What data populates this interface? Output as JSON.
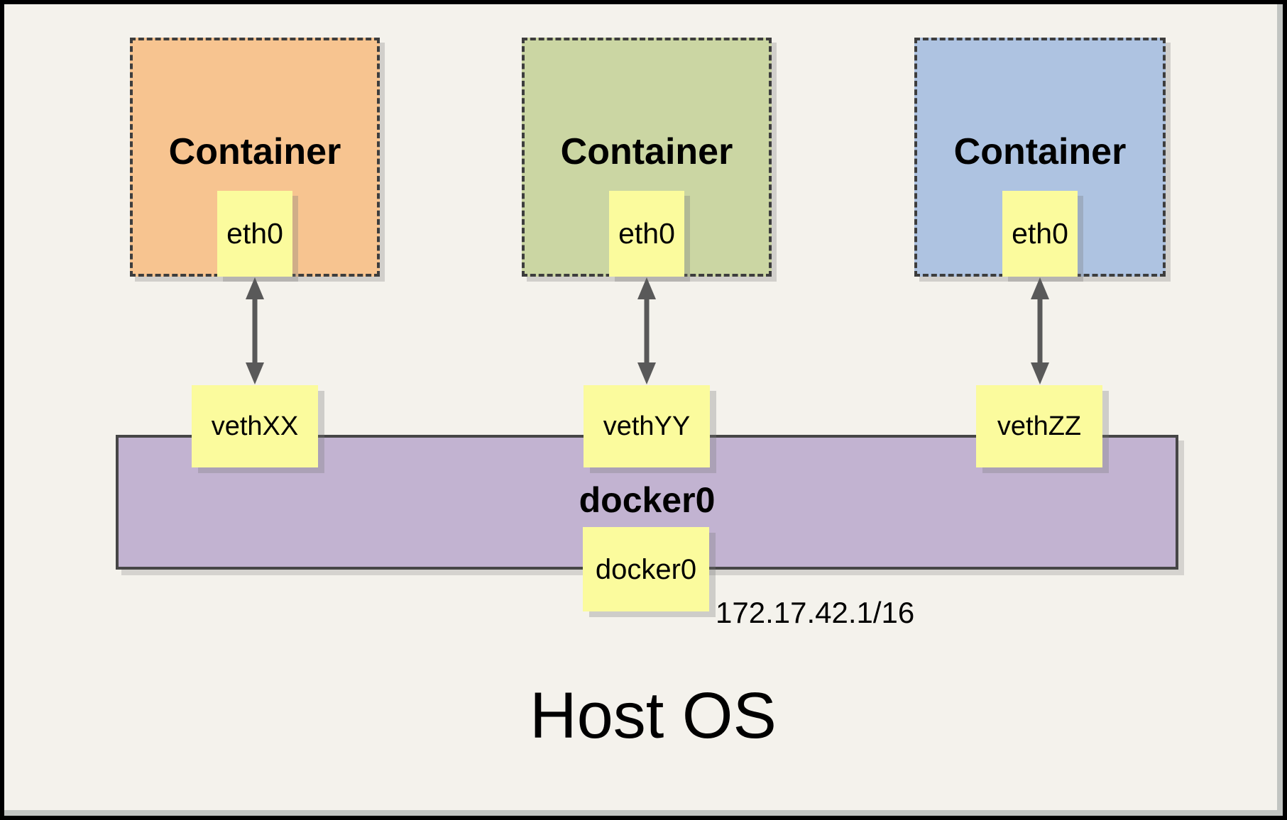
{
  "containers": [
    {
      "title": "Container",
      "interface": "eth0",
      "veth": "vethXX"
    },
    {
      "title": "Container",
      "interface": "eth0",
      "veth": "vethYY"
    },
    {
      "title": "Container",
      "interface": "eth0",
      "veth": "vethZZ"
    }
  ],
  "bridge": {
    "title": "docker0",
    "interface_label": "docker0",
    "ip": "172.17.42.1/16"
  },
  "host": {
    "title": "Host OS"
  },
  "colors": {
    "page_background": "#F4F2EC",
    "frame_border": "#000000",
    "container_orange": "#F7C490",
    "container_green": "#CBD6A3",
    "container_blue": "#AEC3E1",
    "note_yellow": "#FBFB9D",
    "bridge_purple": "#C2B3D1",
    "dashed_border": "#3D3D3D",
    "arrow_gray": "#595959"
  }
}
